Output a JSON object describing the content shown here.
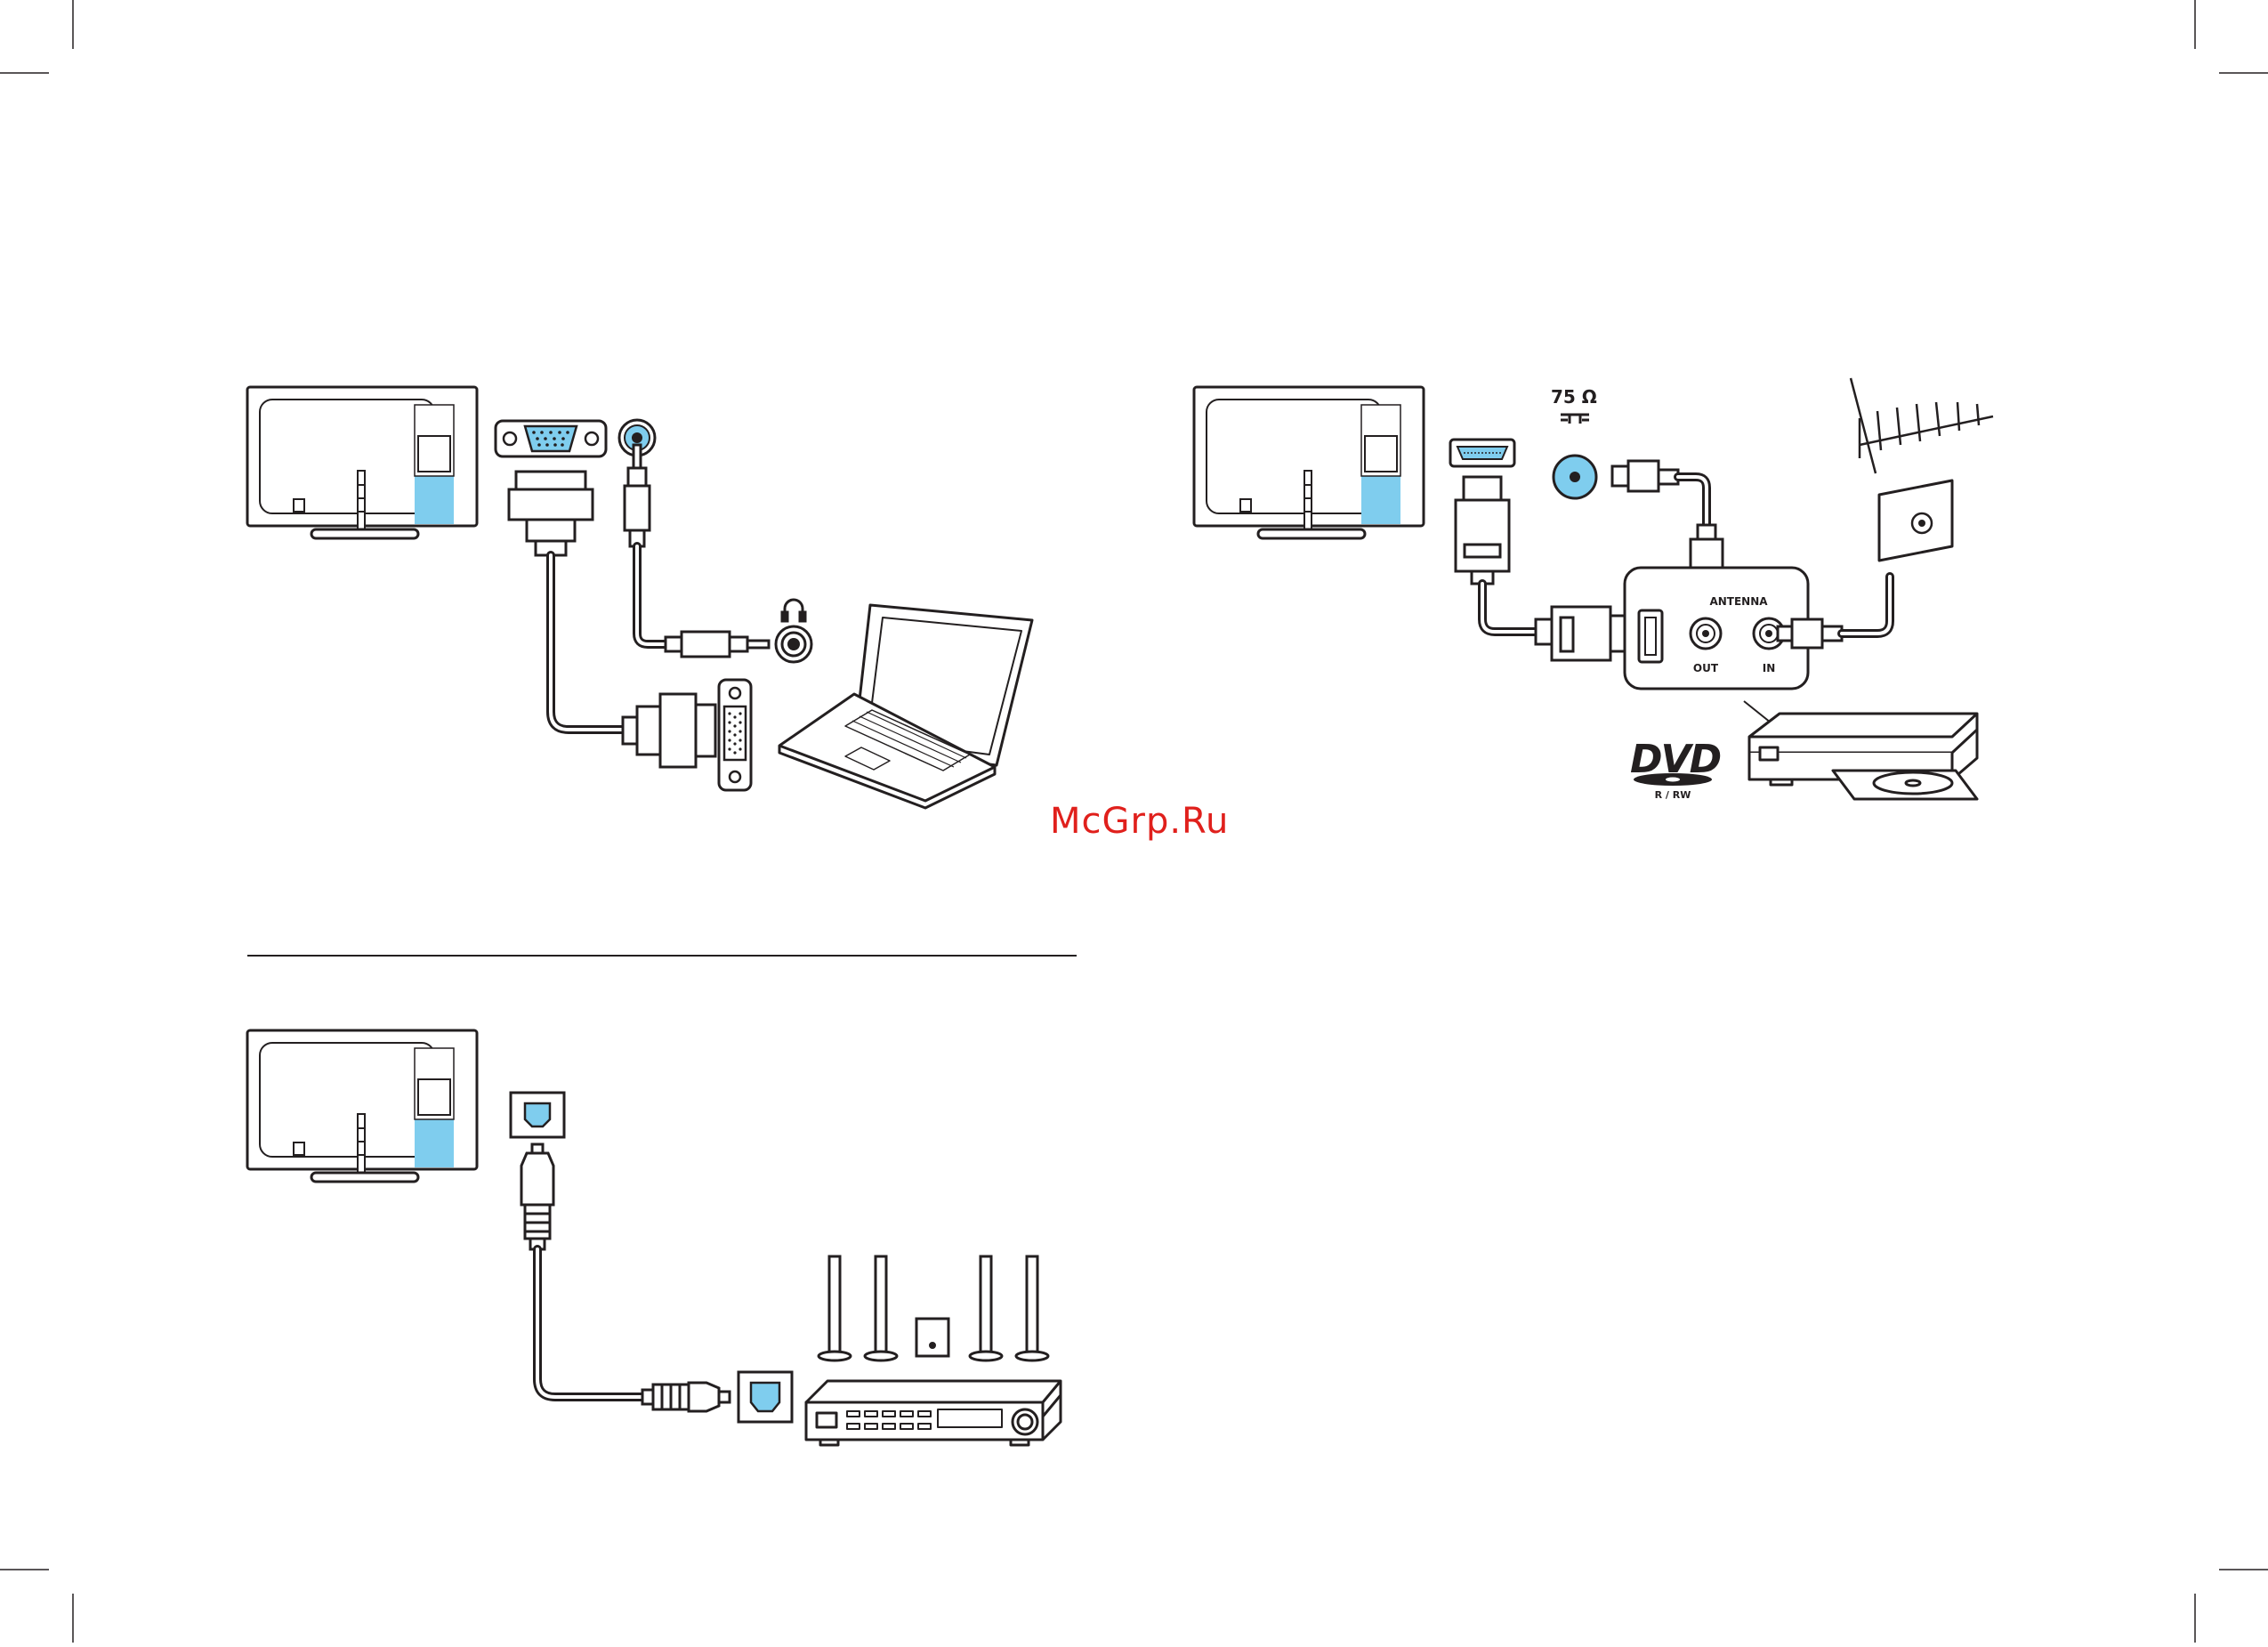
{
  "labels": {
    "impedance": "75 Ω",
    "antenna": "ANTENNA",
    "out": "OUT",
    "in": "IN",
    "dvd_sub": "R / RW"
  },
  "watermark": "McGrp.Ru",
  "colors": {
    "line": "#231f20",
    "accent": "#7fcdee",
    "watermark": "#e0201c"
  },
  "icons": {
    "headphone": "headphone-icon",
    "dvd_logo": "dvd-logo"
  }
}
